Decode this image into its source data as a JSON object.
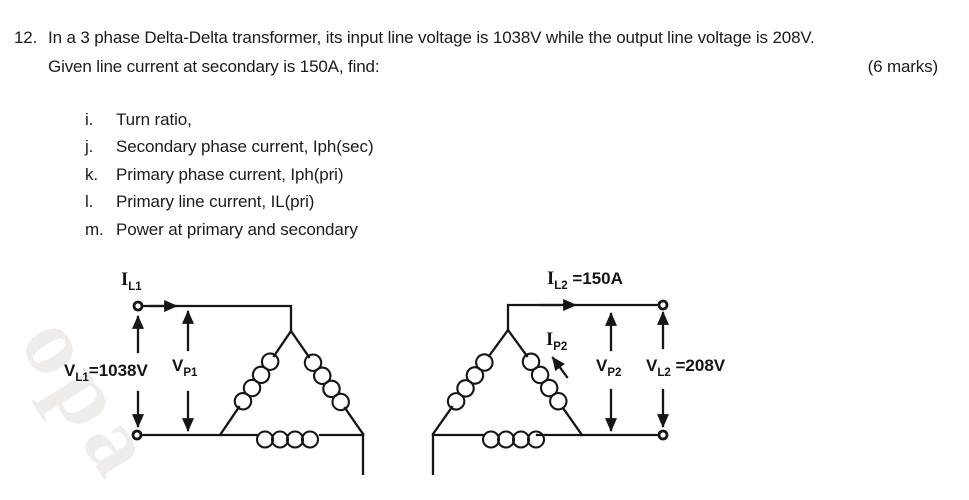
{
  "question": {
    "number": "12.",
    "line1": "In a 3 phase Delta-Delta transformer, its input line voltage is 1038V while the output line voltage is 208V.",
    "line2": "Given line current at secondary is 150A, find:",
    "marks": "(6 marks)"
  },
  "list": {
    "items": [
      {
        "marker": "i.",
        "text": "Turn ratio,"
      },
      {
        "marker": "j.",
        "text": "Secondary phase current, Iph(sec)"
      },
      {
        "marker": "k.",
        "text": "Primary phase current, Iph(pri)"
      },
      {
        "marker": "l.",
        "text": "Primary line current, IL(pri)"
      },
      {
        "marker": "m.",
        "text": "Power at primary and secondary"
      }
    ]
  },
  "diagram": {
    "primary": {
      "line_current": {
        "main": "I",
        "sub": "L1",
        "suffix": ""
      },
      "line_voltage": {
        "main": "V",
        "sub": "L1",
        "suffix": "=1038V"
      },
      "phase_voltage": {
        "main": "V",
        "sub": "P1",
        "suffix": ""
      }
    },
    "secondary": {
      "line_current": {
        "main": "I",
        "sub": "L2",
        "suffix": " =150A"
      },
      "phase_current": {
        "main": "I",
        "sub": "P2",
        "suffix": ""
      },
      "phase_voltage": {
        "main": "V",
        "sub": "P2",
        "suffix": ""
      },
      "line_voltage": {
        "main": "V",
        "sub": "L2",
        "suffix": " =208V"
      }
    },
    "watermark": {
      "text": "opa"
    },
    "colors": {
      "ink": "#161616",
      "paper": "#ffffff"
    }
  }
}
